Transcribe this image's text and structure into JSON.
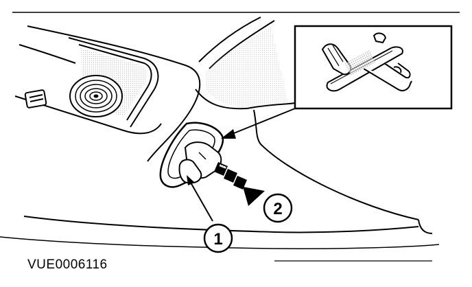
{
  "callouts": {
    "one": "1",
    "two": "2"
  },
  "caption": "VUE0006116"
}
